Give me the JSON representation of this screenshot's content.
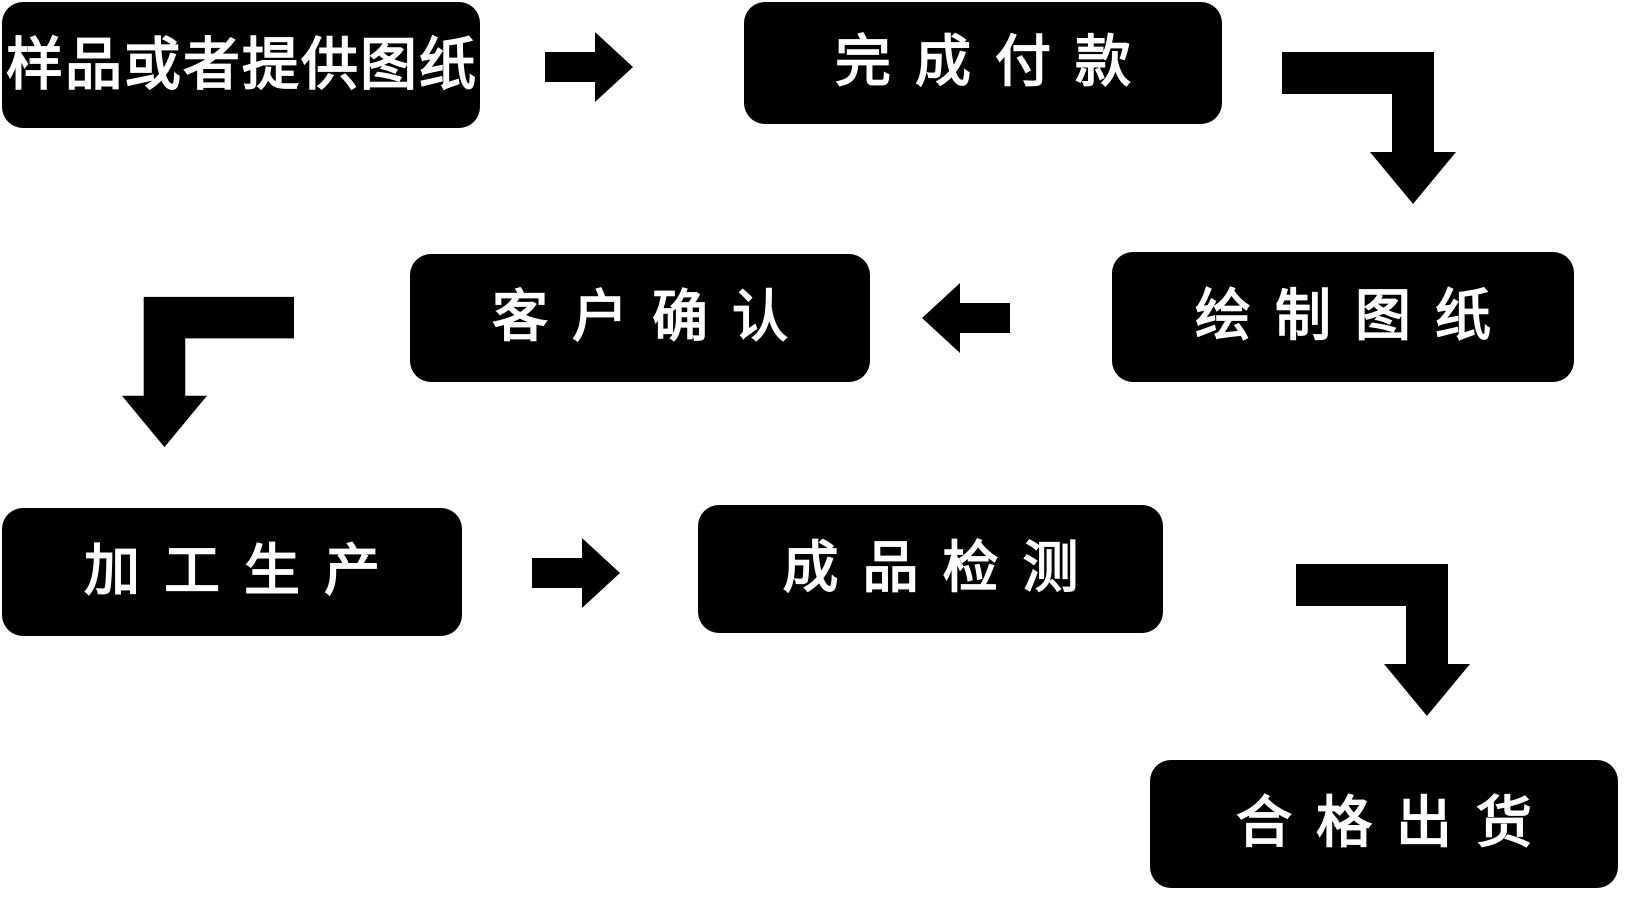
{
  "diagram": {
    "type": "flowchart",
    "background": "#ffffff",
    "node_fill": "#000000",
    "node_text_color": "#ffffff",
    "arrow_color": "#000000",
    "nodes": [
      {
        "label": "样品或者提供图纸"
      },
      {
        "label": "完成付款"
      },
      {
        "label": "绘制图纸"
      },
      {
        "label": "客户确认"
      },
      {
        "label": "加工生产"
      },
      {
        "label": "成品检测"
      },
      {
        "label": "合格出货"
      }
    ],
    "edges": [
      {
        "from": "样品或者提供图纸",
        "to": "完成付款",
        "shape": "straight-right"
      },
      {
        "from": "完成付款",
        "to": "绘制图纸",
        "shape": "elbow-down-right"
      },
      {
        "from": "绘制图纸",
        "to": "客户确认",
        "shape": "straight-left"
      },
      {
        "from": "客户确认",
        "to": "加工生产",
        "shape": "elbow-down-left"
      },
      {
        "from": "加工生产",
        "to": "成品检测",
        "shape": "straight-right"
      },
      {
        "from": "成品检测",
        "to": "合格出货",
        "shape": "elbow-down-right"
      }
    ]
  }
}
